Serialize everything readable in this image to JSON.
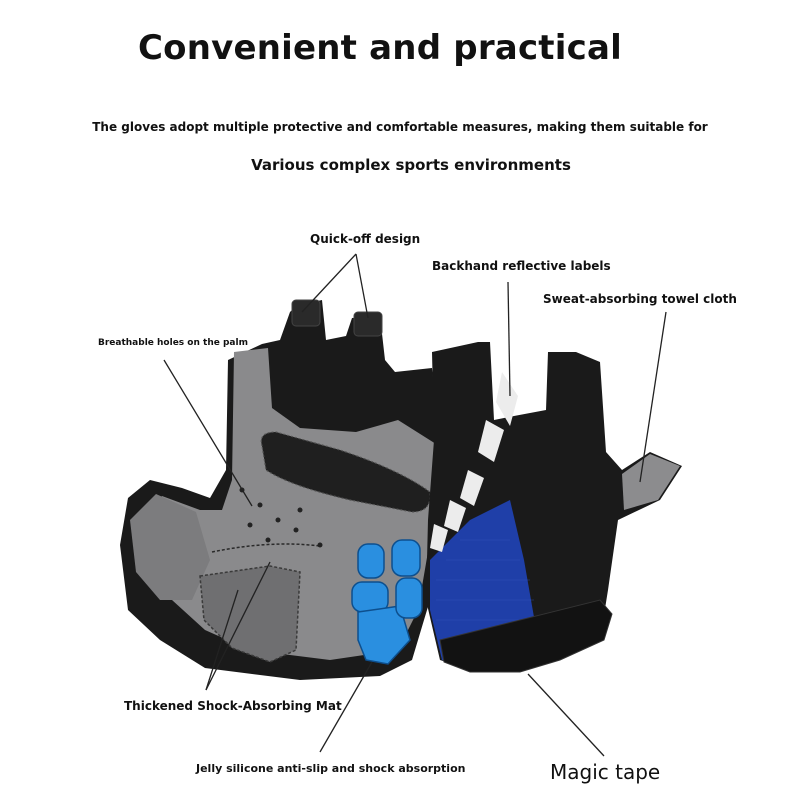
{
  "header": {
    "title": "Convenient and practical",
    "subtitle_line1": "The gloves adopt multiple protective and comfortable measures, making them suitable for",
    "subtitle_line2": "Various complex sports environments"
  },
  "callouts": {
    "quick_off": "Quick-off design",
    "reflective": "Backhand reflective labels",
    "towel": "Sweat-absorbing towel cloth",
    "holes": "Breathable holes on the palm",
    "mat": "Thickened Shock-Absorbing Mat",
    "jelly": "Jelly silicone anti-slip and shock absorption",
    "magic_tape": "Magic tape"
  },
  "colors": {
    "glove_black": "#1a1a1a",
    "palm_grey": "#8a8a8c",
    "mesh_blue": "#1f3fa8",
    "gel_blue": "#2a8fe0",
    "reflective_white": "#ececec"
  }
}
